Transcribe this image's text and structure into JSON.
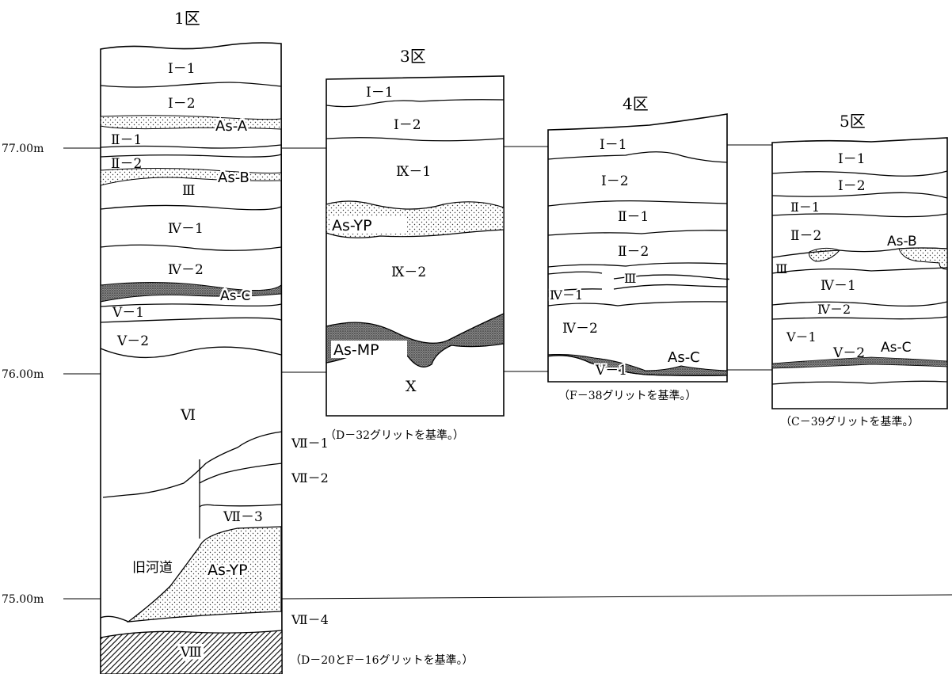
{
  "reference_lines": [
    "77.00m",
    "76.00m",
    "75.00m"
  ],
  "columns": {
    "c1": {
      "title": "1区",
      "layers": [
        "Ⅰ－1",
        "Ⅰ－2",
        "Ⅱ－1",
        "Ⅱ－2",
        "Ⅲ",
        "Ⅳ－1",
        "Ⅳ－2",
        "Ⅴ－1",
        "Ⅴ－2",
        "Ⅵ",
        "Ⅶ－1",
        "Ⅶ－2",
        "Ⅶ－3",
        "Ⅶ－4",
        "Ⅷ"
      ],
      "tephra": [
        "As-A",
        "As-B",
        "As-C",
        "As-YP"
      ],
      "old_channel": "旧河道",
      "note": "（D－20とF－16グリットを基準。）"
    },
    "c3": {
      "title": "3区",
      "layers": [
        "Ⅰ－1",
        "Ⅰ－2",
        "Ⅸ－1",
        "Ⅸ－2",
        "Ⅹ"
      ],
      "tephra": [
        "As-YP",
        "As-MP"
      ],
      "note": "（D－32グリットを基準。）"
    },
    "c4": {
      "title": "4区",
      "layers": [
        "Ⅰ－1",
        "Ⅰ－2",
        "Ⅱ－1",
        "Ⅱ－2",
        "Ⅲ",
        "Ⅳ－1",
        "Ⅳ－2",
        "Ⅴ－1"
      ],
      "tephra": [
        "As-C"
      ],
      "note": "（F－38グリットを基準。）"
    },
    "c5": {
      "title": "5区",
      "layers": [
        "Ⅰ－1",
        "Ⅰ－2",
        "Ⅱ－1",
        "Ⅱ－2",
        "Ⅲ",
        "Ⅳ－1",
        "Ⅳ－2",
        "Ⅴ－1",
        "Ⅴ－2"
      ],
      "tephra": [
        "As-B",
        "As-C"
      ],
      "note": "（C－39グリットを基準。）"
    }
  },
  "fills": {
    "dots": "light stipple",
    "dense": "dense stipple",
    "hatch": "diagonal hatching"
  }
}
